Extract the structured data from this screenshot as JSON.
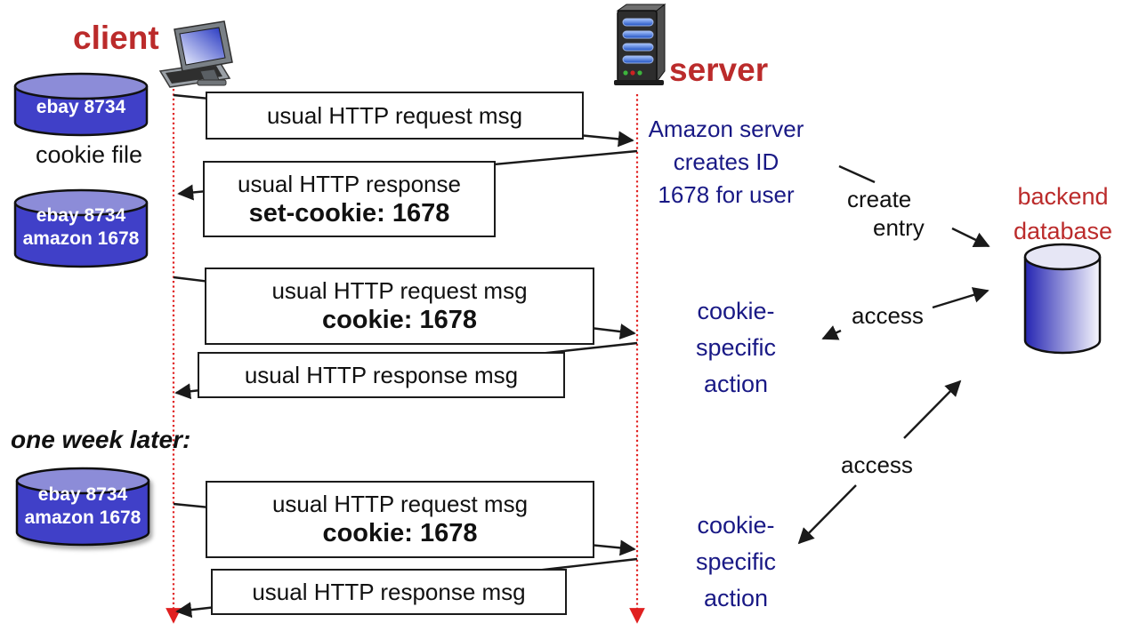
{
  "titles": {
    "client": "client",
    "server": "server"
  },
  "client_side": {
    "cookie_file_caption": "cookie file",
    "one_week_later": "one week later:",
    "jar_initial": {
      "line1": "ebay 8734"
    },
    "jar_after": {
      "line1": "ebay 8734",
      "line2": "amazon 1678"
    },
    "jar_week_later": {
      "line1": "ebay 8734",
      "line2": "amazon 1678"
    }
  },
  "messages": {
    "request1": {
      "line1": "usual HTTP request msg"
    },
    "response1": {
      "line1": "usual HTTP response",
      "line2": "set-cookie: 1678"
    },
    "request2": {
      "line1": "usual HTTP request msg",
      "line2": "cookie: 1678"
    },
    "response2": {
      "line1": "usual HTTP response msg"
    },
    "request3": {
      "line1": "usual HTTP request msg",
      "line2": "cookie: 1678"
    },
    "response3": {
      "line1": "usual HTTP response msg"
    }
  },
  "server_side": {
    "creates_id": {
      "line1": "Amazon server",
      "line2": "creates ID",
      "line3": "1678 for user"
    },
    "cookie_action_1": {
      "line1": "cookie-",
      "line2": "specific",
      "line3": "action"
    },
    "cookie_action_2": {
      "line1": "cookie-",
      "line2": "specific",
      "line3": "action"
    }
  },
  "backend": {
    "label": {
      "line1": "backend",
      "line2": "database"
    },
    "create_entry": {
      "line1": "create",
      "line2": "entry"
    },
    "access_1": "access",
    "access_2": "access"
  },
  "colors": {
    "heading_red": "#bb2b2b",
    "note_navy": "#191985",
    "cookie_jar_blue": "#4040c8",
    "cookie_jar_top": "#8c8cd8",
    "lifeline_red": "#e02020",
    "line_black": "#1a1a1a"
  }
}
